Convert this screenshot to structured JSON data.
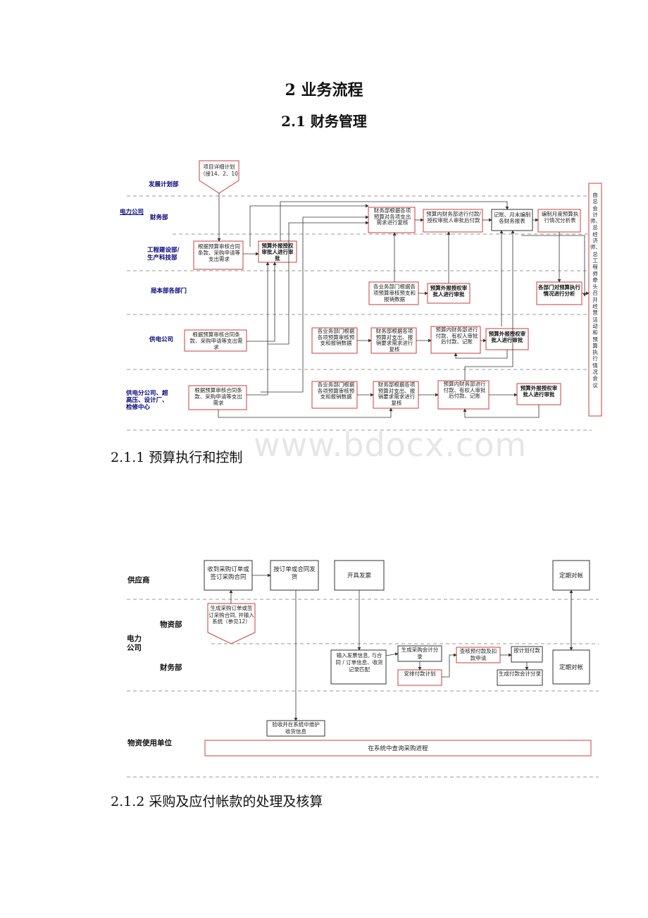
{
  "headings": {
    "title": "2 业务流程",
    "subtitle": "2.1 财务管理",
    "sec1": "2.1.1 预算执行和控制",
    "sec2": "2.1.2 采购及应付帐款的处理及核算"
  },
  "watermark": "www.bdocx.com",
  "diagram1": {
    "lanes": {
      "dev": "发展计划部",
      "company": "电力公司",
      "finance": "财务部",
      "eng": "工程建设部/生产科技部",
      "hq": "局本部各部门",
      "supply": "供电公司",
      "sub": "供电分公司、超高压、设计厂、检修中心"
    },
    "nodes": {
      "plan": "项目详细计划（接14、2、10",
      "eng_req": "根据预算审核合同条款、采购申请等支出需求",
      "eng_auth": "预算外报授权审批人进行审批",
      "fin_review": "财务部根据各项预算对各项支出需求进行复核",
      "fin_pay": "预算内财务部进行付款/授权审批人审批后付款",
      "fin_report": "记账、月末编制各财务报表",
      "fin_monthly": "编制月度预算执行情况分析表",
      "hq_review": "各业务部门根据各项预算审核预支和报销数据",
      "hq_auth": "预算外报授权审批人进行审批",
      "hq_analysis": "各部门对预算执行情况进行分析",
      "sp_req": "根据预算审核合同条款、采购申请等支出需求",
      "sp_review": "各业务部门根据各项预算审核预支和报销数据",
      "sp_fin": "财务部根据各项预算对支出、报销要求需求进行复核",
      "sp_pay": "预算内财务部进行付款、有权人审批后付款、记账",
      "sp_auth": "预算外报授权审批人进行审批",
      "sub_req": "根据预算审核合同条款、采购申请等支出需求",
      "sub_review": "各业务部门根据各项预算审核预支和报销数据",
      "sub_fin": "财务部根据各项预算对支出、报销要求需求进行复核",
      "sub_pay": "预算内财务部进行付款、有权人审批后付款、记账",
      "sub_auth": "预算外报授权审批人进行审批",
      "side": "由总会计师、总经济师、总工程师牵头召开经营活动和预算执行情况会议"
    }
  },
  "diagram2": {
    "lanes": {
      "supplier": "供应商",
      "company": "电力公司",
      "materials": "物资部",
      "finance": "财务部",
      "user": "物资使用单位"
    },
    "nodes": {
      "receive": "收到采购订单或签订采购合同",
      "ship": "按订单或合同发货",
      "invoice": "开具发票",
      "reconcile_s": "定期对帐",
      "gen_po": "生成采购订单或签订采购合同, 并输入系统（参见12）",
      "input_inv": "输入发票信息, 与合同 / 订单信息、收货记录匹配",
      "gen_entry": "生成采购会计分录",
      "arrange": "安排付款计划",
      "check": "查核预付款及扣款申请",
      "pay": "按计划付款",
      "gen_pay_entry": "生成付款会计分录",
      "reconcile_f": "定期对帐",
      "accept": "验收并在系统中维护收货信息",
      "query": "在系统中查询采购进程"
    }
  }
}
